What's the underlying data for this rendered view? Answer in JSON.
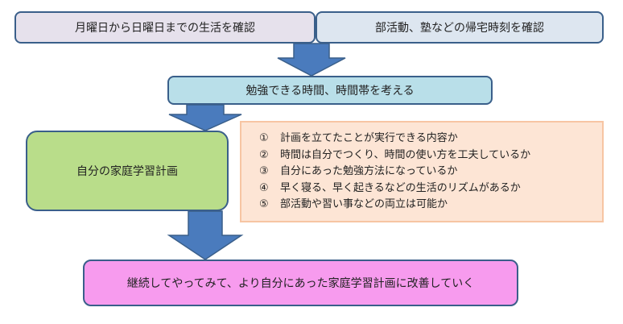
{
  "boxes": {
    "weekly_check": "月曜日から日曜日までの生活を確認",
    "return_time_check": "部活動、塾などの帰宅時刻を確認",
    "study_time": "勉強できる時間、時間帯を考える",
    "home_study_plan": "自分の家庭学習計画",
    "improve": "継続してやってみて、より自分にあった家庭学習計画に改善していく"
  },
  "checklist": [
    {
      "num": "①",
      "text": "計画を立てたことが実行できる内容か"
    },
    {
      "num": "②",
      "text": "時間は自分でつくり、時間の使い方を工夫しているか"
    },
    {
      "num": "③",
      "text": "自分にあった勉強方法になっているか"
    },
    {
      "num": "④",
      "text": "早く寝る、早く起きるなどの生活のリズムがあるか"
    },
    {
      "num": "⑤",
      "text": "部活動や習い事などの両立は可能か"
    }
  ],
  "colors": {
    "arrow": "#4a7bbd",
    "border": "#3a5f8a",
    "weekly_check_fill": "#e6e1ec",
    "return_time_fill": "#dde6f0",
    "study_time_fill": "#b9dfe9",
    "plan_fill": "#b9dd8a",
    "improve_fill": "#f79bee",
    "checklist_fill": "#fde5d5"
  }
}
